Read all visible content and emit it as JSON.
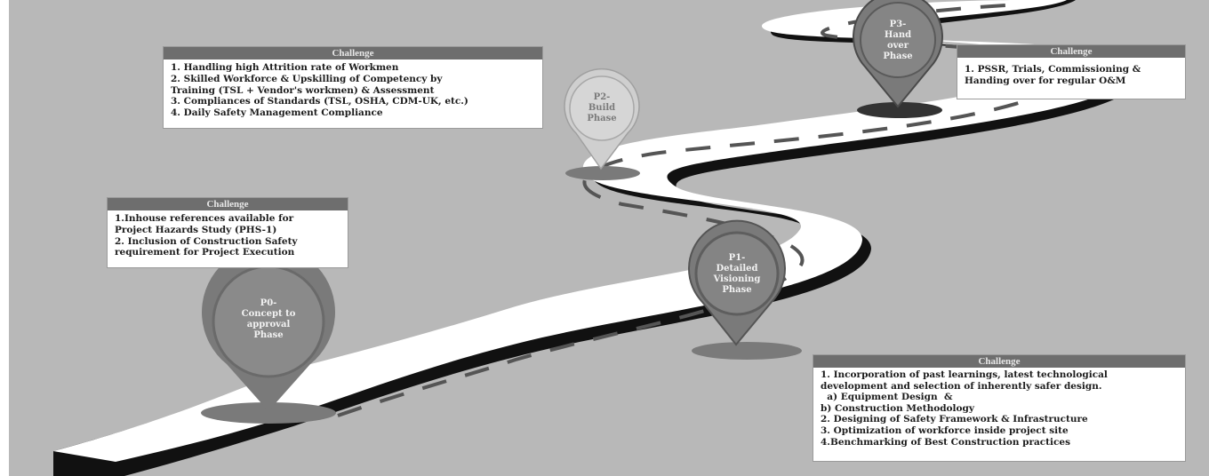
{
  "colors": {
    "background": "#b8b8b8",
    "road": "#ffffff",
    "road_shadow": "#111111",
    "pin_fill": "#7a7a7a",
    "pin_outline": "#505050",
    "header_fill": "#6e6e6e"
  },
  "phases": [
    {
      "id": "P0",
      "lines": [
        "P0-",
        "Concept to",
        "approval",
        "Phase"
      ]
    },
    {
      "id": "P1",
      "lines": [
        "P1-",
        "Detailed",
        "Visioning",
        "Phase"
      ]
    },
    {
      "id": "P2",
      "lines": [
        "P2-",
        "Build",
        "Phase"
      ]
    },
    {
      "id": "P3",
      "lines": [
        "P3-",
        "Hand",
        "over",
        "Phase"
      ]
    }
  ],
  "challenges": [
    {
      "id": "p0",
      "header": "Challenge",
      "lines": [
        "1.Inhouse references available for",
        "Project Hazards Study (PHS-1)",
        "2. Inclusion of Construction Safety",
        "requirement for Project Execution"
      ]
    },
    {
      "id": "p1",
      "header": "Challenge",
      "lines": [
        "1. Incorporation of past learnings, latest technological",
        "development and selection of inherently safer design.",
        "  a) Equipment Design  &",
        "b) Construction Methodology",
        "2. Designing of Safety Framework & Infrastructure",
        "3. Optimization of workforce inside project site",
        "4.Benchmarking of Best Construction practices"
      ]
    },
    {
      "id": "p2",
      "header": "Challenge",
      "lines": [
        "1. Handling high Attrition rate of Workmen",
        "2. Skilled Workforce & Upskilling of Competency by",
        "Training (TSL + Vendor's workmen) & Assessment",
        "3. Compliances of  Standards (TSL, OSHA, CDM-UK,  etc.)",
        "4.  Daily Safety Management Compliance"
      ]
    },
    {
      "id": "p3",
      "header": "Challenge",
      "lines": [
        "1. PSSR, Trials,  Commissioning &",
        "Handing over for regular O&M"
      ]
    }
  ]
}
